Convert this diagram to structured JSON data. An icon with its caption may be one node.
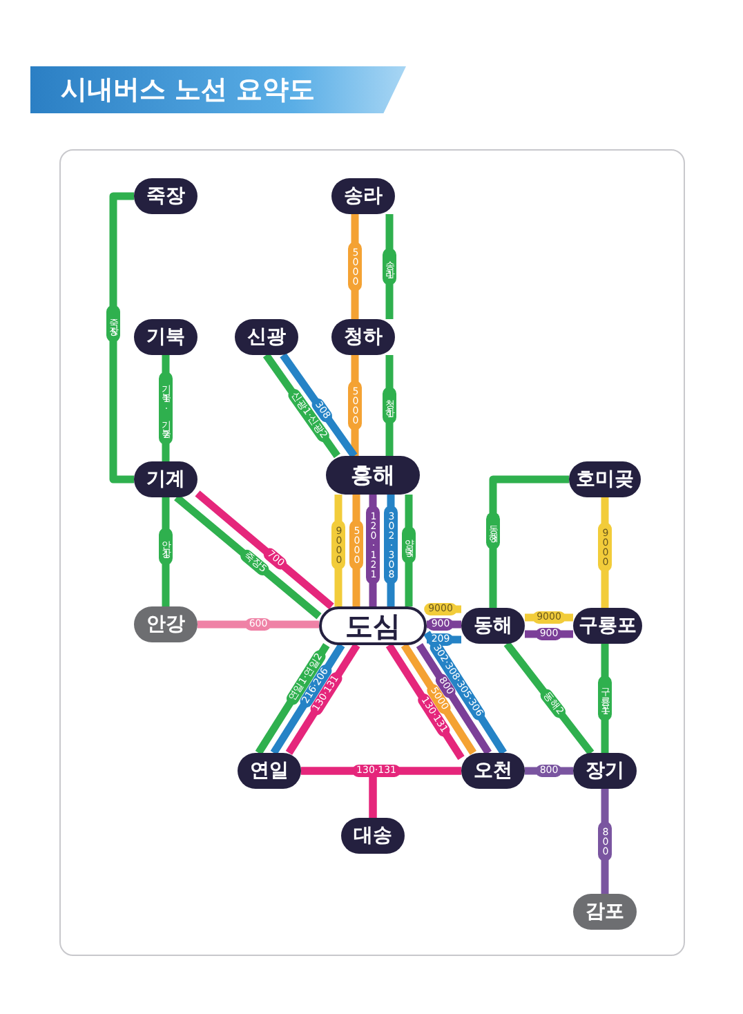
{
  "diagram": {
    "title": "시내버스 노선 요약도",
    "nodes": [
      {
        "text": [
          "죽장"
        ]
      },
      {
        "text": [
          "송라"
        ]
      },
      {
        "text": [
          "기북"
        ]
      },
      {
        "text": [
          "신광"
        ]
      },
      {
        "text": [
          "청하"
        ]
      },
      {
        "text": [
          "흥해"
        ]
      },
      {
        "text": [
          "호미곶"
        ]
      },
      {
        "text": [
          "기계"
        ]
      },
      {
        "text": [
          "안강"
        ]
      },
      {
        "text": [
          "도심"
        ]
      },
      {
        "text": [
          "동해"
        ]
      },
      {
        "text": [
          "구룡포"
        ]
      },
      {
        "text": [
          "연일"
        ]
      },
      {
        "text": [
          "오천"
        ]
      },
      {
        "text": [
          "장기"
        ]
      },
      {
        "text": [
          "대송"
        ]
      },
      {
        "text": [
          "감포"
        ]
      }
    ],
    "edges": [
      {
        "from": 0,
        "to": 7,
        "arrow": "none",
        "label": "죽장5"
      },
      {
        "from": 2,
        "to": 7,
        "arrow": "none",
        "label": "기북1·기북2"
      },
      {
        "from": 7,
        "to": 8,
        "arrow": "none",
        "label": "안강1"
      },
      {
        "from": 1,
        "to": 4,
        "arrow": "none",
        "label": "5000",
        "color": "#f4a233"
      },
      {
        "from": 1,
        "to": 4,
        "arrow": "none",
        "label": "송라1"
      },
      {
        "from": 4,
        "to": 5,
        "arrow": "none",
        "label": "5000",
        "color": "#f4a233"
      },
      {
        "from": 4,
        "to": 5,
        "arrow": "none",
        "label": "청하1"
      },
      {
        "from": 3,
        "to": 5,
        "arrow": "none",
        "label": "신광1·신광2"
      },
      {
        "from": 3,
        "to": 5,
        "arrow": "none",
        "label": "308",
        "color": "#2583c6"
      },
      {
        "from": 7,
        "to": 9,
        "arrow": "none",
        "label": "700",
        "color": "#e5267b"
      },
      {
        "from": 7,
        "to": 9,
        "arrow": "none",
        "label": "죽장5"
      },
      {
        "from": 8,
        "to": 9,
        "arrow": "none",
        "label": "600",
        "color": "#ef82a6"
      },
      {
        "from": 5,
        "to": 9,
        "arrow": "none",
        "label": "9000",
        "color": "#f2cc3a"
      },
      {
        "from": 5,
        "to": 9,
        "arrow": "none",
        "label": "5000",
        "color": "#f4a233"
      },
      {
        "from": 5,
        "to": 9,
        "arrow": "none",
        "label": "120·121",
        "color": "#7b3f98"
      },
      {
        "from": 5,
        "to": 9,
        "arrow": "none",
        "label": "302·308",
        "color": "#2583c6"
      },
      {
        "from": 5,
        "to": 9,
        "arrow": "none",
        "label": "양덕3"
      },
      {
        "from": 6,
        "to": 10,
        "arrow": "none",
        "label": "동해3"
      },
      {
        "from": 6,
        "to": 11,
        "arrow": "none",
        "label": "9000",
        "color": "#f2cc3a"
      },
      {
        "from": 9,
        "to": 10,
        "arrow": "none",
        "label": "9000",
        "color": "#f2cc3a"
      },
      {
        "from": 9,
        "to": 10,
        "arrow": "none",
        "label": "900",
        "color": "#7b3f98"
      },
      {
        "from": 9,
        "to": 10,
        "arrow": "none",
        "label": "209",
        "color": "#2583c6"
      },
      {
        "from": 10,
        "to": 11,
        "arrow": "none",
        "label": "9000",
        "color": "#f2cc3a"
      },
      {
        "from": 10,
        "to": 11,
        "arrow": "none",
        "label": "900",
        "color": "#7b3f98"
      },
      {
        "from": 10,
        "to": 14,
        "arrow": "none",
        "label": "동해2"
      },
      {
        "from": 11,
        "to": 14,
        "arrow": "none",
        "label": "구룡포1"
      },
      {
        "from": 9,
        "to": 12,
        "arrow": "none",
        "label": "연일1·연일2"
      },
      {
        "from": 9,
        "to": 12,
        "arrow": "none",
        "label": "216·206",
        "color": "#2583c6"
      },
      {
        "from": 9,
        "to": 12,
        "arrow": "none",
        "label": "130·131",
        "color": "#e5267b"
      },
      {
        "from": 9,
        "to": 13,
        "arrow": "none",
        "label": "130·131",
        "color": "#e5267b"
      },
      {
        "from": 9,
        "to": 13,
        "arrow": "none",
        "label": "5000",
        "color": "#f4a233"
      },
      {
        "from": 9,
        "to": 13,
        "arrow": "none",
        "label": "800",
        "color": "#7b3f98"
      },
      {
        "from": 9,
        "to": 13,
        "arrow": "none",
        "label": "302·308·305·306",
        "color": "#2583c6"
      },
      {
        "from": 12,
        "to": 13,
        "arrow": "none",
        "label": "130·131",
        "color": "#e5267b"
      },
      {
        "from": 12,
        "to": 15,
        "arrow": "none",
        "color": "#e5267b"
      },
      {
        "from": 15,
        "to": 13,
        "arrow": "none",
        "color": "#e5267b"
      },
      {
        "from": 13,
        "to": 14,
        "arrow": "none",
        "label": "800",
        "color": "#7a55a0"
      },
      {
        "from": 14,
        "to": 16,
        "arrow": "none",
        "label": "800",
        "color": "#7a55a0"
      }
    ]
  }
}
